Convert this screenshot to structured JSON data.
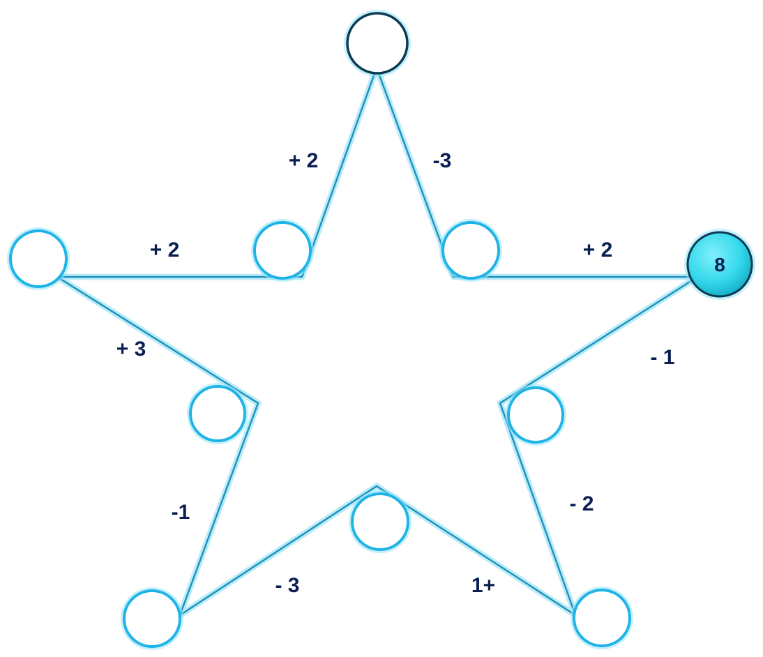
{
  "diagram": {
    "nodes": [
      {
        "id": "top",
        "value": ""
      },
      {
        "id": "inner-upper-right",
        "value": ""
      },
      {
        "id": "right-tip",
        "value": "8"
      },
      {
        "id": "inner-right",
        "value": ""
      },
      {
        "id": "bottom-right-tip",
        "value": ""
      },
      {
        "id": "inner-bottom",
        "value": ""
      },
      {
        "id": "bottom-left-tip",
        "value": ""
      },
      {
        "id": "inner-left",
        "value": ""
      },
      {
        "id": "left-tip",
        "value": ""
      },
      {
        "id": "inner-upper-left",
        "value": ""
      }
    ],
    "steps": [
      {
        "id": "top-to-inner-upper-right",
        "label": "-3"
      },
      {
        "id": "inner-upper-right-to-right-tip",
        "label": "+ 2"
      },
      {
        "id": "right-tip-to-inner-right",
        "label": "- 1"
      },
      {
        "id": "inner-right-to-bottom-right-tip",
        "label": "- 2"
      },
      {
        "id": "bottom-right-tip-to-inner-bottom",
        "label": "1+"
      },
      {
        "id": "inner-bottom-to-bottom-left-tip",
        "label": "- 3"
      },
      {
        "id": "bottom-left-tip-to-inner-left",
        "label": "-1"
      },
      {
        "id": "inner-left-to-left-tip",
        "label": "+ 3"
      },
      {
        "id": "left-tip-to-inner-upper-left",
        "label": "+ 2"
      },
      {
        "id": "inner-upper-left-to-top",
        "label": "+ 2"
      }
    ],
    "colors": {
      "line": "#1f8fb8",
      "glow": "#7fdcf5",
      "ring": "#1fb3e6",
      "filled_node": "#36d9ec",
      "text": "#0b1f52"
    }
  }
}
